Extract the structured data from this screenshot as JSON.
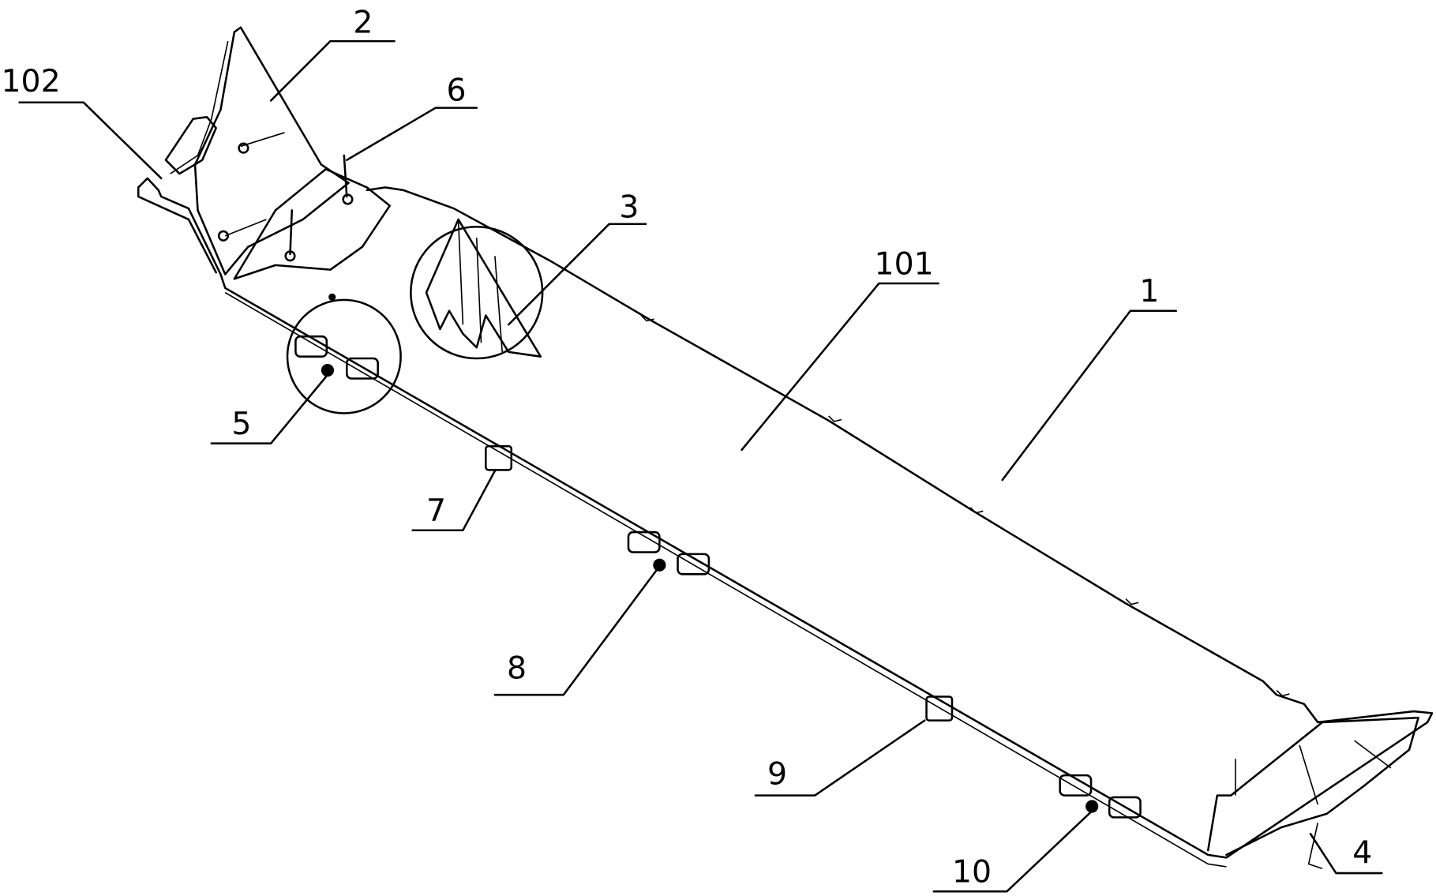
{
  "labels": {
    "l102": "102",
    "l2": "2",
    "l6": "6",
    "l3": "3",
    "l101": "101",
    "l1": "1",
    "l5": "5",
    "l7": "7",
    "l8": "8",
    "l9": "9",
    "l10": "10",
    "l4": "4"
  }
}
